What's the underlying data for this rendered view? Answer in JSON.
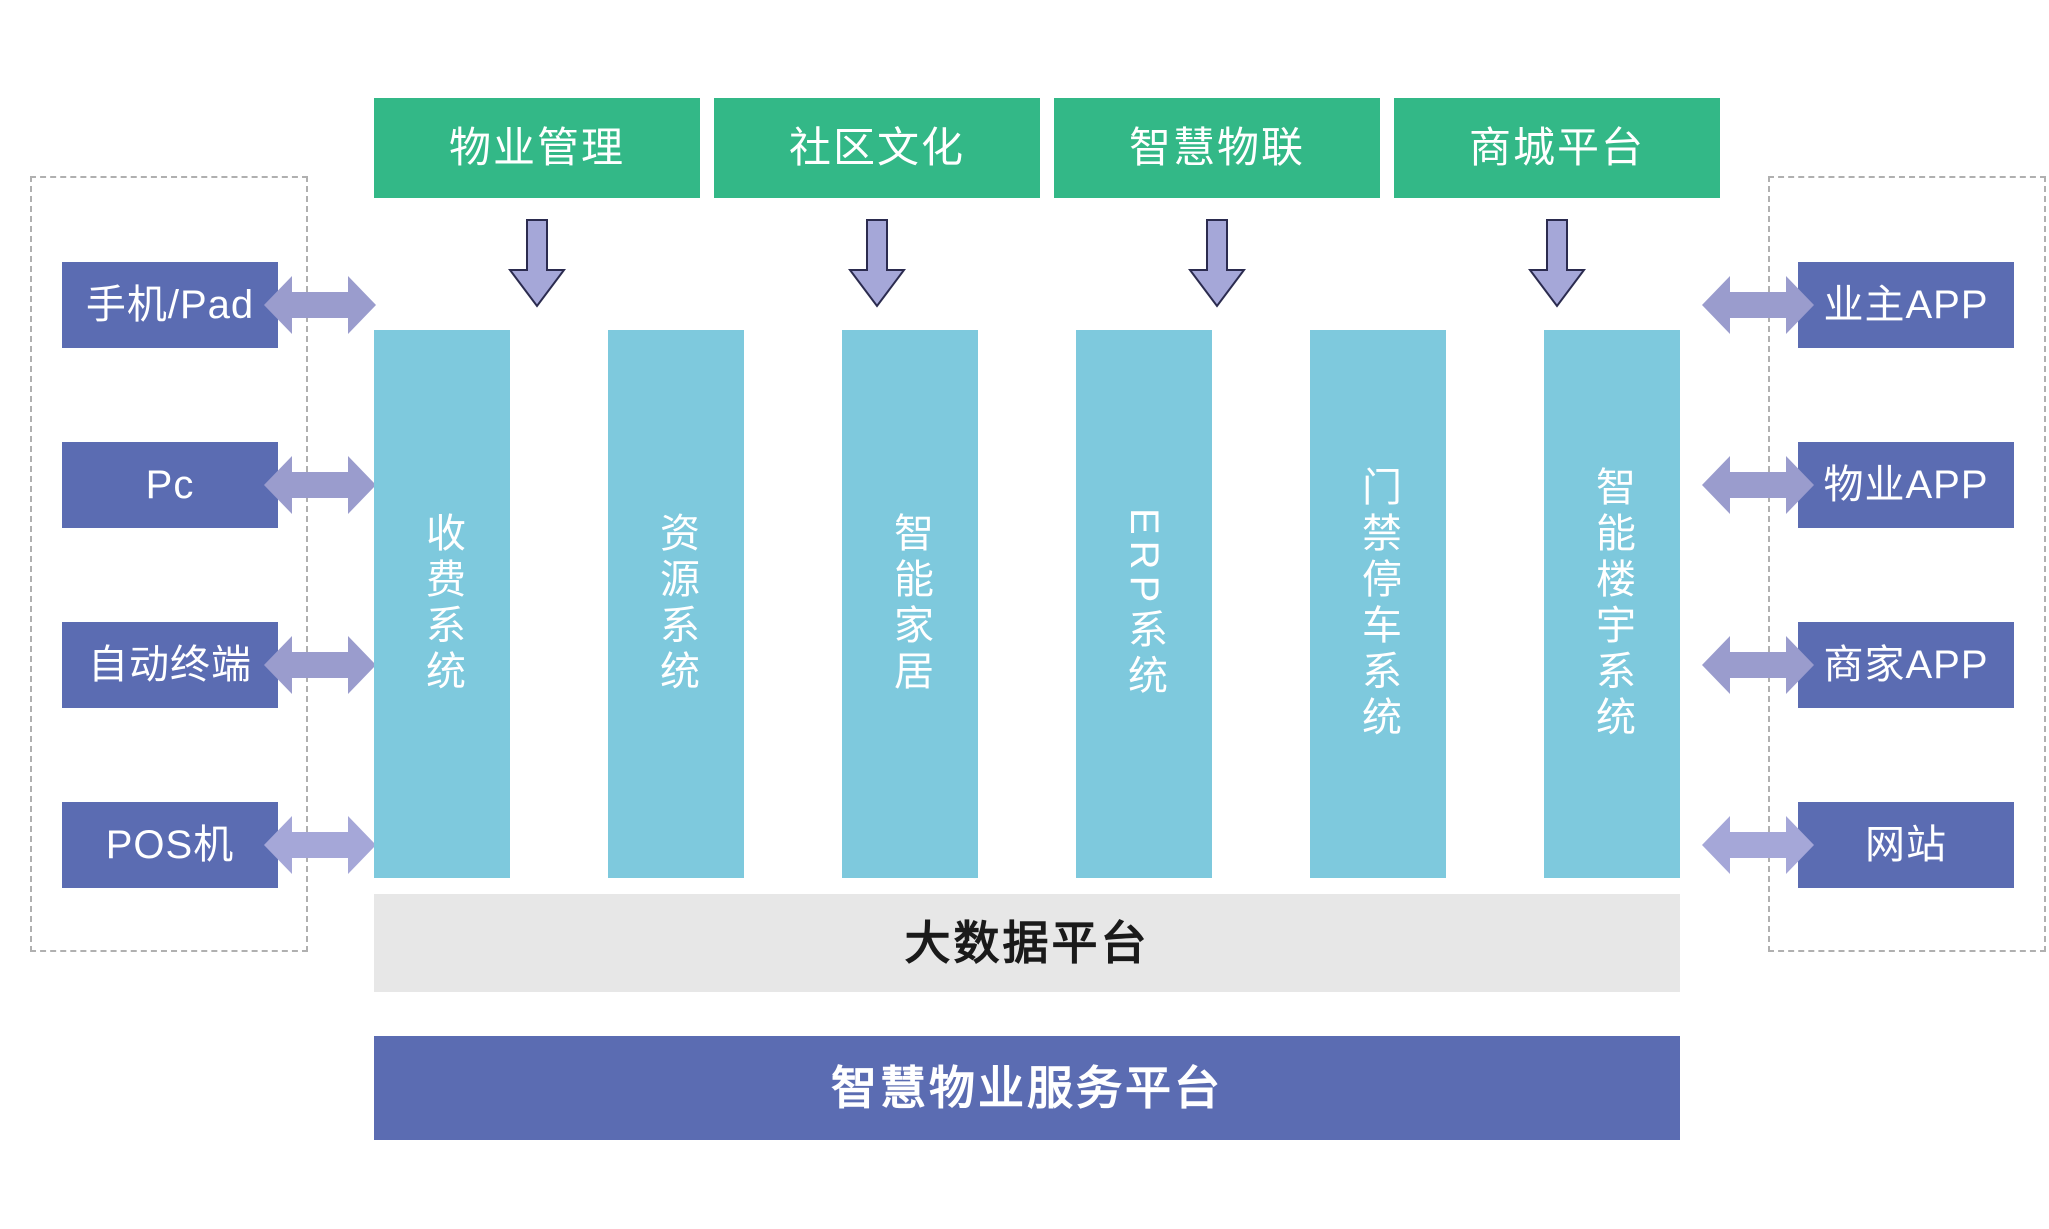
{
  "diagram": {
    "title_bar": {
      "big_data_platform": "大数据平台",
      "service_platform": "智慧物业服务平台"
    },
    "top_channels": [
      {
        "label": "物业管理",
        "icon": "down-arrow-icon"
      },
      {
        "label": "社区文化",
        "icon": "down-arrow-icon"
      },
      {
        "label": "智慧物联",
        "icon": "down-arrow-icon"
      },
      {
        "label": "商城平台",
        "icon": "down-arrow-icon"
      }
    ],
    "left_devices": [
      {
        "label": "手机/Pad"
      },
      {
        "label": "Pc"
      },
      {
        "label": "自动终端"
      },
      {
        "label": "POS机"
      }
    ],
    "right_clients": [
      {
        "label": "业主APP"
      },
      {
        "label": "物业APP"
      },
      {
        "label": "商家APP"
      },
      {
        "label": "网站"
      }
    ],
    "systems": [
      {
        "label": "收费系统",
        "orientation": "vertical-cjk"
      },
      {
        "label": "资源系统",
        "orientation": "vertical-cjk"
      },
      {
        "label": "智能家居",
        "orientation": "vertical-cjk"
      },
      {
        "label": "ERP系统",
        "orientation": "vertical-mixed"
      },
      {
        "label": "门禁停车系统",
        "orientation": "vertical-cjk"
      },
      {
        "label": "智能楼宇系统",
        "orientation": "vertical-cjk"
      }
    ],
    "connector_icons": {
      "down": "down-arrow-icon",
      "bidirectional": "left-right-arrow-icon"
    },
    "colors": {
      "green": "#33b887",
      "teal": "#7ec9dd",
      "blue": "#5b6cb2",
      "gray": "#e7e7e7",
      "arrow_fill": "#9a9ccd",
      "arrow_fill_light": "#a5a7d8",
      "arrow_stroke": "#2b2b4f",
      "dashed_border": "#b0b0b0"
    }
  }
}
